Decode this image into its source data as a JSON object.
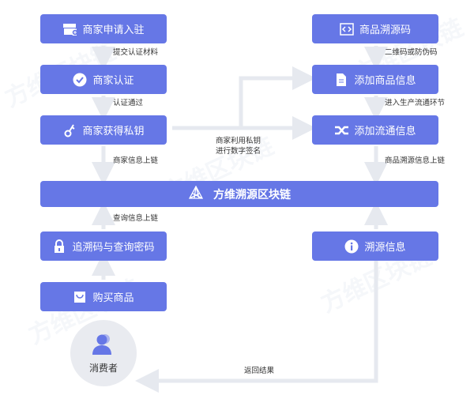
{
  "watermark": "方维区块链",
  "left": [
    {
      "label": "商家申请入驻",
      "icon": "store-add-icon"
    },
    {
      "label": "商家认证",
      "icon": "check-circle-icon"
    },
    {
      "label": "商家获得私钥",
      "icon": "key-icon"
    },
    {
      "label": "追溯码与查询密码",
      "icon": "lock-icon"
    },
    {
      "label": "购买商品",
      "icon": "shopping-bag-icon"
    }
  ],
  "right": [
    {
      "label": "商品溯源码",
      "icon": "code-icon"
    },
    {
      "label": "添加商品信息",
      "icon": "document-icon"
    },
    {
      "label": "添加流通信息",
      "icon": "shuffle-icon"
    },
    {
      "label": "溯源信息",
      "icon": "info-icon"
    }
  ],
  "blockchain": {
    "label": "方维溯源区块链",
    "icon": "network-icon"
  },
  "consumer": {
    "label": "消费者",
    "icon": "users-icon"
  },
  "edges": {
    "submit": "提交认证材料",
    "passed": "认证通过",
    "merchant_onchain": "商家信息上链",
    "query_onchain": "查询信息上链",
    "qr": "二维码或防伪码",
    "circulation": "进入生产流通环节",
    "trace_onchain": "商品溯源信息上链",
    "sign1": "商家利用私钥",
    "sign2": "进行数字签名",
    "return": "返回结果"
  },
  "colors": {
    "box": "#6677e6",
    "arrow": "#e6e9ef",
    "circle": "#e9ebf0"
  }
}
